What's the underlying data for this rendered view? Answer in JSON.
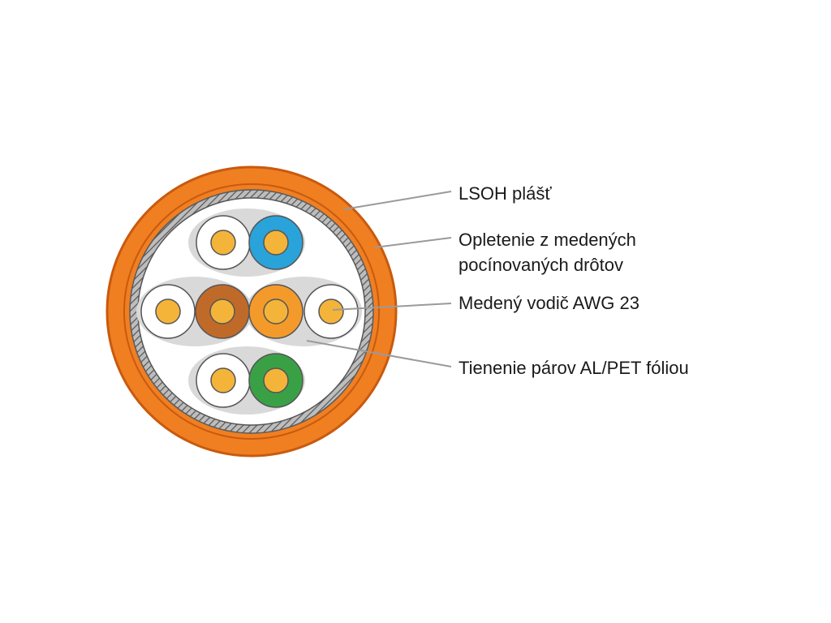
{
  "labels": {
    "jacket": "LSOH plášť",
    "braid_line1": "Opletenie z medených",
    "braid_line2": "pocínovaných drôtov",
    "conductor": "Medený vodič AWG 23",
    "shield": "Tienenie párov AL/PET fóliou"
  },
  "colors": {
    "jacket": "#f07f22",
    "jacket_edge": "#c85a0e",
    "braid": "#777777",
    "inner": "#ffffff",
    "foil": "#d9d9d9",
    "copper": "#f4b43a",
    "pair_blue": "#2aa3db",
    "pair_brown": "#c06a2a",
    "pair_orange": "#f39a2b",
    "pair_green": "#3aa046",
    "leader": "#9a9a9a"
  }
}
